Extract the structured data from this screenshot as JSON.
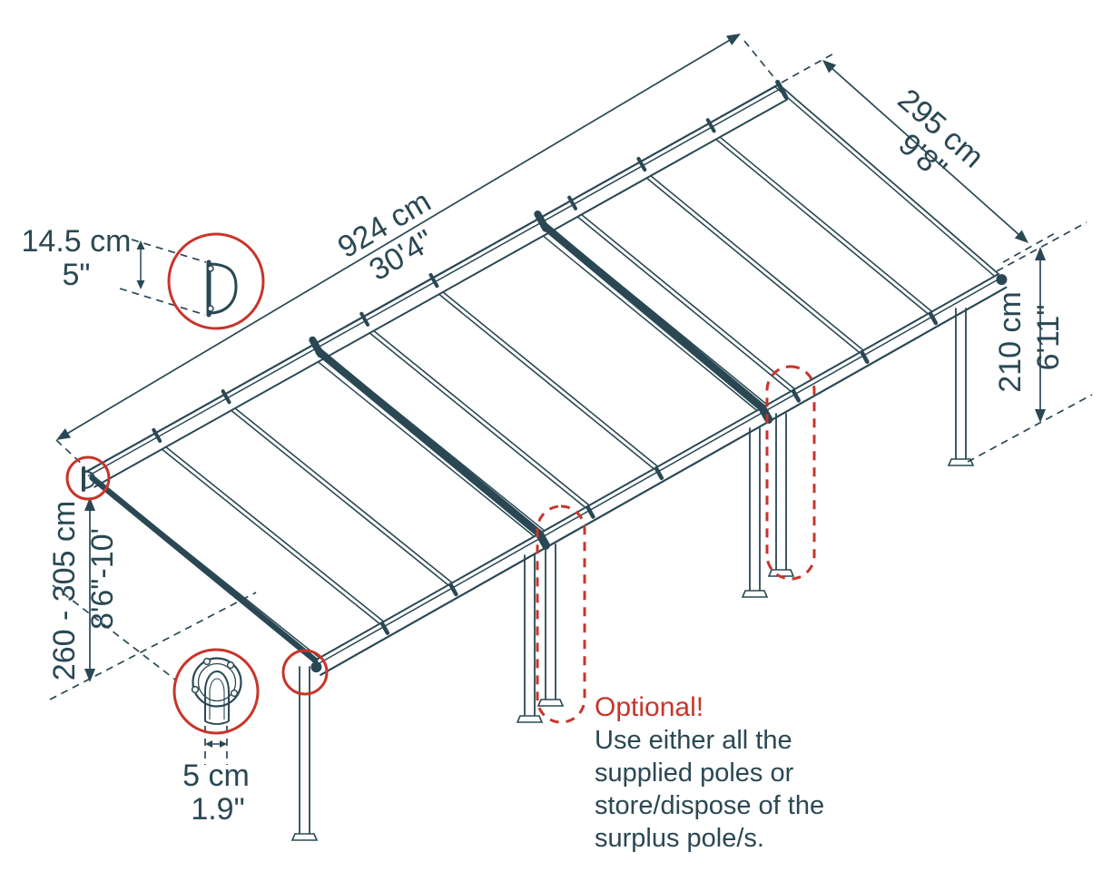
{
  "diagram": {
    "title_hidden": "",
    "dim_length": {
      "metric": "924 cm",
      "imperial": "30'4\""
    },
    "dim_depth": {
      "metric": "295 cm",
      "imperial": "9'8\""
    },
    "dim_height_right": {
      "metric": "210 cm",
      "imperial": "6'11\""
    },
    "dim_height_left": {
      "metric": "260 - 305 cm",
      "imperial": "8'6\"-10'"
    },
    "dim_profile": {
      "metric": "14.5 cm",
      "imperial": "5\""
    },
    "dim_pole": {
      "metric": "5 cm",
      "imperial": "1.9\""
    },
    "note": {
      "title": "Optional!",
      "lines": [
        "Use either all the",
        "supplied poles or",
        "store/dispose of the",
        "surplus pole/s."
      ]
    },
    "colors": {
      "ink": "#2a4854",
      "red": "#c8352a"
    }
  }
}
